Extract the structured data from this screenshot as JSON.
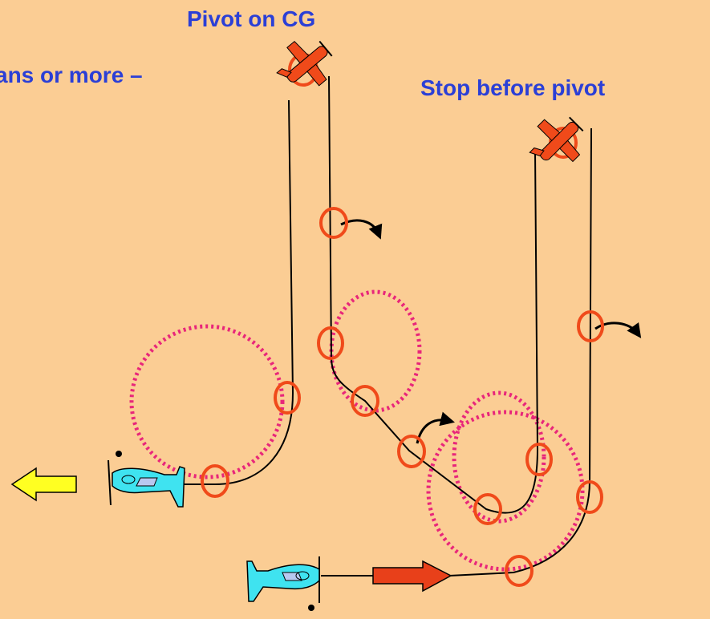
{
  "labels": {
    "pivot_on_cg": "Pivot on CG",
    "fans_or_more": "ans or more –",
    "stop_before_pivot": "Stop before pivot"
  },
  "colors": {
    "background": "#FBCD94",
    "label_text": "#2B3FD6",
    "marker_ring": "#F04A1A",
    "dotted_circle": "#E8267A",
    "path_line": "#000000",
    "plane_body_blue": "#3FE3F0",
    "plane_red": "#F04A1A",
    "arrow_left_fill": "#FFFF22",
    "arrow_right_fill": "#E8401A"
  },
  "icons": {
    "plane_top": "airplane-side-icon",
    "plane_pivot": "airplane-pivot-icon",
    "turn_arrow": "curved-arrow-icon",
    "direction_left": "left-arrow-icon",
    "direction_right": "right-arrow-icon"
  }
}
